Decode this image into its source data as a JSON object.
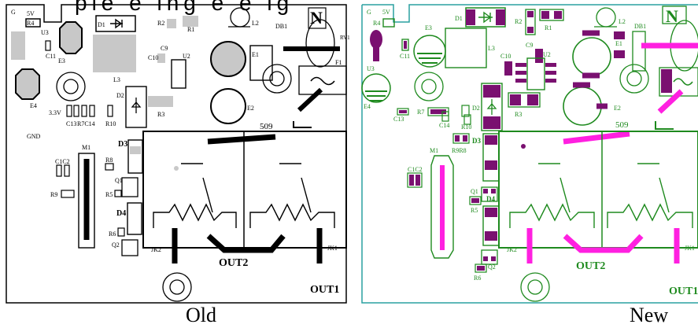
{
  "header_text": "ple e ing e e ig",
  "old_board": {
    "caption": "Old",
    "labels": {
      "g": "G",
      "v5": "5V",
      "r4": "R4",
      "u3": "U3",
      "c11": "C11",
      "e3": "E3",
      "d1": "D1",
      "r2": "R2",
      "r1": "R1",
      "l2": "L2",
      "n": "N",
      "db1": "DB1",
      "rv1": "RV1",
      "c10": "C10",
      "c9": "C9",
      "u2": "U2",
      "l3": "L3",
      "e1": "E1",
      "f1": "F1",
      "e4": "E4",
      "d2": "D2",
      "v33": "3.3V",
      "c13": "C13",
      "r7c14": "R7C14",
      "r10": "R10",
      "r3": "R3",
      "e2": "E2",
      "n509": "509",
      "gnd": "GND",
      "m1": "M1",
      "d3": "D3",
      "c1c2": "C1C2",
      "r8": "R8",
      "q1": "Q1",
      "r9": "R9",
      "r5": "R5",
      "d4": "D4",
      "r6": "R6",
      "q2": "Q2",
      "jk2": "JK2",
      "jk1": "JK1",
      "out2": "OUT2",
      "out1": "OUT1"
    }
  },
  "new_board": {
    "caption": "New",
    "labels": {
      "g": "G",
      "v5": "5V",
      "r4": "R4",
      "e3": "E3",
      "d1": "D1",
      "r2": "R2",
      "r1": "R1",
      "l2": "L2",
      "n": "N",
      "db1": "DB1",
      "c11": "C11",
      "u3": "U3",
      "l3": "L3",
      "c10": "C10",
      "c9": "C9",
      "u2": "U2",
      "e1": "E1",
      "e4": "E4",
      "r7": "R7",
      "d2": "D2",
      "r3": "R3",
      "e2": "E2",
      "c13": "C13",
      "c14": "C14",
      "r10": "R10",
      "n509": "509",
      "m1": "M1",
      "r9r8": "R9R8",
      "d3": "D3",
      "c1c2": "C1C2",
      "q1": "Q1",
      "r5": "R5",
      "d4": "D4",
      "jk2": "JK2",
      "jk1": "JK1",
      "r6": "R6",
      "q2": "Q2",
      "out2": "OUT2",
      "out1": "OUT1"
    }
  },
  "colors": {
    "old_silk": "#000000",
    "old_pad": "#c8c8c8",
    "new_silk": "#1e8a1e",
    "new_pad": "#7a1070",
    "new_trace": "#ff20e0",
    "new_outline": "#2aa0a0"
  }
}
